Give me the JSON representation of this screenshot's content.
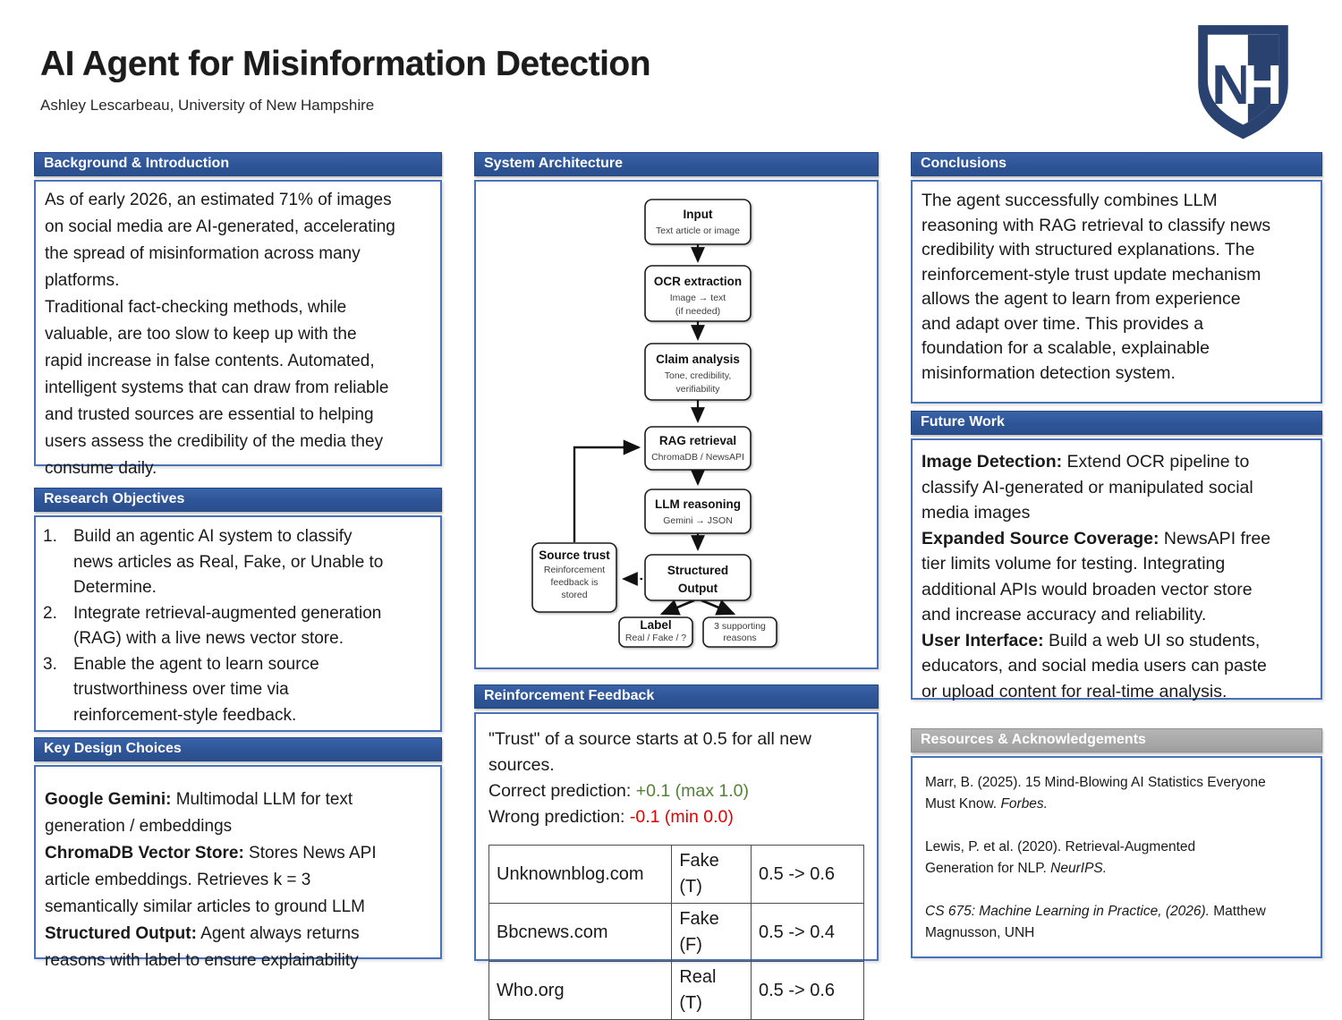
{
  "poster": {
    "title": "AI Agent for Misinformation Detection",
    "author": "Ashley Lescarbeau, University of New Hampshire",
    "logo_letter_n": "N",
    "logo_letter_h": "H"
  },
  "colors": {
    "header_blue": "#2e5596",
    "header_gray": "#a8a8a8",
    "box_border_blue": "#4a72b8",
    "green": "#538135",
    "red": "#e00000",
    "logo_navy": "#2a4270"
  },
  "background": {
    "title": "Background & Introduction",
    "body": "As of early 2026, an estimated 71% of images\non social media are AI-generated, accelerating\nthe spread of misinformation across many\nplatforms.\nTraditional fact-checking methods, while\nvaluable, are too slow to keep up with the\nrapid increase in false contents. Automated,\nintelligent systems that can draw from reliable\nand trusted sources are essential to helping\nusers assess the credibility of the media they\nconsume daily."
  },
  "objectives": {
    "title": "Research Objectives",
    "items": [
      {
        "num": "1.",
        "text": "Build an agentic AI system to classify\nnews articles as Real, Fake, or Unable to\nDetermine."
      },
      {
        "num": "2.",
        "text": "Integrate retrieval-augmented generation\n(RAG) with a live news vector store."
      },
      {
        "num": "3.",
        "text": "Enable the agent to learn source\ntrustworthiness over time via\nreinforcement-style feedback."
      }
    ]
  },
  "key_design": {
    "title": "Key Design Choices",
    "items": [
      {
        "term": "Google Gemini:",
        "desc": " Multimodal LLM for text\ngeneration / embeddings"
      },
      {
        "term": "ChromaDB Vector Store:",
        "desc": " Stores News API\narticle embeddings. Retrieves k = 3\nsemantically similar articles to ground LLM"
      },
      {
        "term": "Structured Output:",
        "desc": " Agent always returns\nreasons with label to ensure explainability"
      }
    ]
  },
  "architecture": {
    "title": "System Architecture",
    "nodes": {
      "input": {
        "title": "Input",
        "sub1": "Text article or image"
      },
      "ocr": {
        "title": "OCR extraction",
        "sub1": "Image → text",
        "sub2": "(if needed)"
      },
      "claim": {
        "title": "Claim analysis",
        "sub1": "Tone, credibility,",
        "sub2": "verifiability"
      },
      "rag": {
        "title": "RAG retrieval",
        "sub1": "ChromaDB / NewsAPI"
      },
      "llm": {
        "title": "LLM reasoning",
        "sub1": "Gemini → JSON"
      },
      "structured": {
        "line1": "Structured",
        "line2": "Output"
      },
      "trust": {
        "title": "Source trust",
        "sub1": "Reinforcement",
        "sub2": "feedback is",
        "sub3": "stored"
      },
      "label": {
        "title": "Label",
        "sub1": "Real / Fake / ?"
      },
      "reasons": {
        "line1": "3 supporting",
        "line2": "reasons"
      }
    }
  },
  "feedback": {
    "title": "Reinforcement Feedback",
    "intro": "\"Trust\" of a source starts at 0.5 for all new\nsources.",
    "correct_label": "Correct prediction: ",
    "correct_value": "+0.1 (max 1.0)",
    "wrong_label": "Wrong prediction: ",
    "wrong_value": "-0.1 (min 0.0)",
    "table": {
      "rows": [
        {
          "source": "Unknownblog.com",
          "label": "Fake (T)",
          "trust": "0.5 -> 0.6"
        },
        {
          "source": "Bbcnews.com",
          "label": "Fake (F)",
          "trust": "0.5 -> 0.4"
        },
        {
          "source": "Who.org",
          "label": "Real (T)",
          "trust": "0.5 -> 0.6"
        }
      ]
    }
  },
  "conclusions": {
    "title": "Conclusions",
    "body": "The agent successfully combines LLM\nreasoning with RAG retrieval to classify news\ncredibility with structured explanations. The\nreinforcement-style trust update mechanism\nallows the agent to learn from experience\nand adapt over time. This provides a\nfoundation for a scalable, explainable\nmisinformation detection system."
  },
  "future_work": {
    "title": "Future Work",
    "items": [
      {
        "term": "Image Detection:",
        "desc": " Extend OCR pipeline to\nclassify AI-generated or manipulated social\nmedia images"
      },
      {
        "term": "Expanded Source Coverage:",
        "desc": " NewsAPI free\ntier limits volume for testing. Integrating\nadditional APIs would broaden vector store\nand increase accuracy and reliability."
      },
      {
        "term": "User Interface:",
        "desc": " Build a web UI so students,\neducators, and social media users can paste\nor upload content for real-time analysis."
      }
    ]
  },
  "resources": {
    "title": "Resources & Acknowledgements",
    "citations": [
      {
        "plain": "Marr, B. (2025). 15 Mind-Blowing AI Statistics Everyone\nMust Know. ",
        "italic": "Forbes."
      },
      {
        "plain": "Lewis, P. et al. (2020). Retrieval-Augmented\nGeneration for NLP. ",
        "italic": "NeurIPS."
      },
      {
        "italic": "CS 675: Machine Learning in Practice, (2026).",
        "plain": " Matthew\nMagnusson, UNH"
      }
    ]
  }
}
